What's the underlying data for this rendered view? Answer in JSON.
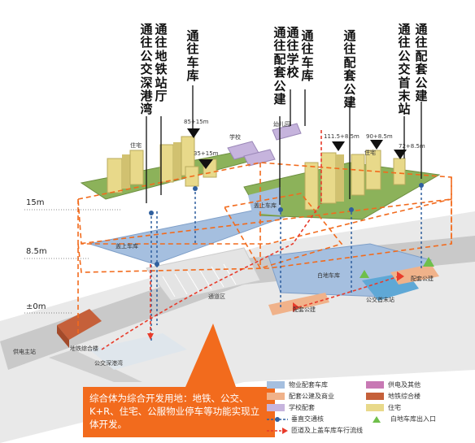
{
  "vertical_labels": [
    {
      "id": "bus-bay",
      "text": "通往公交深港湾"
    },
    {
      "id": "metro",
      "text": "通往地铁站厅"
    },
    {
      "id": "garage-a",
      "text": "通往车库"
    },
    {
      "id": "public-bldg-a",
      "text": "通往配套公建"
    },
    {
      "id": "school",
      "text": "通往学校"
    },
    {
      "id": "garage-b",
      "text": "通往车库"
    },
    {
      "id": "public-bldg-b",
      "text": "通往配套公建"
    },
    {
      "id": "bus-terminal",
      "text": "通往公交首末站"
    },
    {
      "id": "public-bldg-c",
      "text": "通往配套公建"
    }
  ],
  "levels": [
    "15m",
    "8.5m",
    "±0m"
  ],
  "height_tags": [
    "85+15m",
    "35+15m",
    "111.5+8.5m",
    "90+8.5m",
    "72+8.5m"
  ],
  "area_tags": {
    "housing_a": "住宅",
    "housing_b": "住宅",
    "school": "学校",
    "kindergarten": "幼儿园",
    "garage_upper": "盖上车库",
    "garage_lower": "盖上车库",
    "white_garage": "白地车库",
    "underpass": "通道区",
    "public_bldg": "配套公建",
    "bus_terminal": "公交首末站",
    "metro_complex": "地铁综合楼",
    "bus_bay": "公交深港湾",
    "power": "供电主站",
    "interchange": "配套公建"
  },
  "callout": "综合体为综合开发用地：地铁、公交、K+R、住宅、公服物业停车等功能实现立体开发。",
  "legend": [
    {
      "label": "物业配套车库",
      "color": "#a5bfdf",
      "kind": "swatch"
    },
    {
      "label": "供电及其他",
      "color": "#c879b4",
      "kind": "swatch"
    },
    {
      "label": "配套公建及商业",
      "color": "#f0b28a",
      "kind": "swatch"
    },
    {
      "label": "地铁综合楼",
      "color": "#c5603a",
      "kind": "swatch"
    },
    {
      "label": "学校配套",
      "color": "#c6b4dd",
      "kind": "swatch"
    },
    {
      "label": "住宅",
      "color": "#e8d98a",
      "kind": "swatch"
    },
    {
      "label": "垂直交通核",
      "color": "#2f5f9e",
      "kind": "dot"
    },
    {
      "label": "白地车库出入口",
      "color": "#6fbf4a",
      "kind": "triangle"
    },
    {
      "label": "匝道及上盖车库车行流线",
      "color": "#e83b2b",
      "kind": "arrow"
    }
  ],
  "colors": {
    "accent": "#f26b1d",
    "vertical_line": "#2f5f9e",
    "flow_line": "#e83b2b",
    "green": "#7aa24a",
    "blue_garage": "#a5bfdf"
  }
}
